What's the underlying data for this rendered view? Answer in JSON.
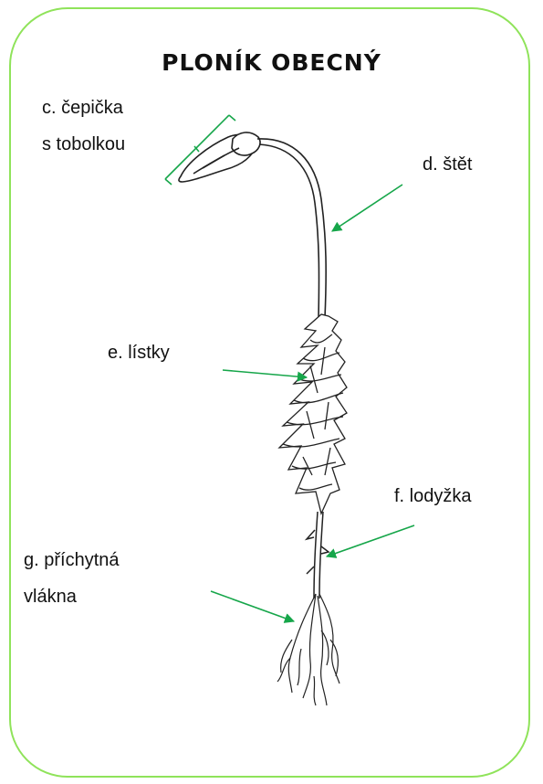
{
  "title": "PLONÍK OBECNÝ",
  "labels": {
    "c_line1": "c. čepička",
    "c_line2": "s tobolkou",
    "d": "d. štět",
    "e": "e. lístky",
    "f": "f. lodyžka",
    "g_line1": "g. příchytná",
    "g_line2": "vlákna"
  },
  "colors": {
    "border": "#8fe35a",
    "arrow": "#16a64a",
    "drawing": "#222222"
  }
}
